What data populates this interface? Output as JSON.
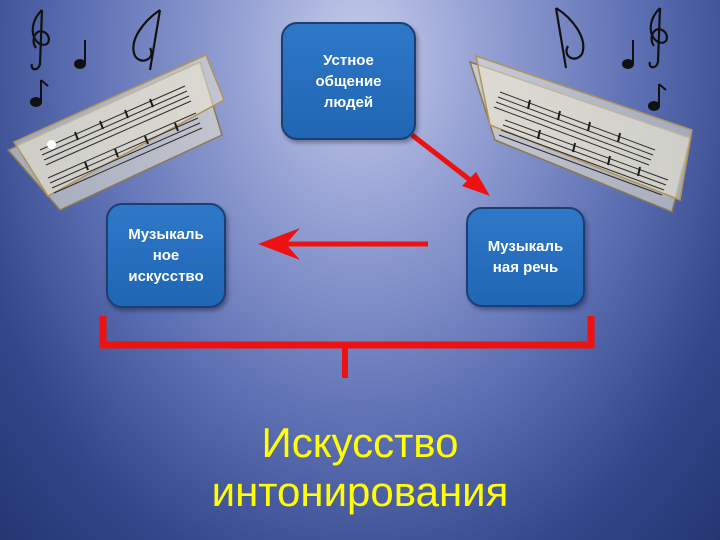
{
  "diagram": {
    "nodes": [
      {
        "id": "top",
        "lines": [
          "Устное",
          "общение",
          "людей"
        ]
      },
      {
        "id": "left",
        "lines": [
          "Музыкаль",
          "ное",
          "искусство"
        ]
      },
      {
        "id": "right",
        "lines": [
          "Музыкаль",
          "ная речь"
        ]
      }
    ],
    "caption_lines": [
      "Искусство",
      "интонирования"
    ]
  },
  "colors": {
    "node_fill": "#2a72c2",
    "node_border": "#1c3f72",
    "arrow": "#ee1111",
    "caption": "#ffff00"
  },
  "icons": [
    "sheet-music-left-icon",
    "sheet-music-right-icon",
    "treble-clef-icon",
    "music-note-icon"
  ]
}
